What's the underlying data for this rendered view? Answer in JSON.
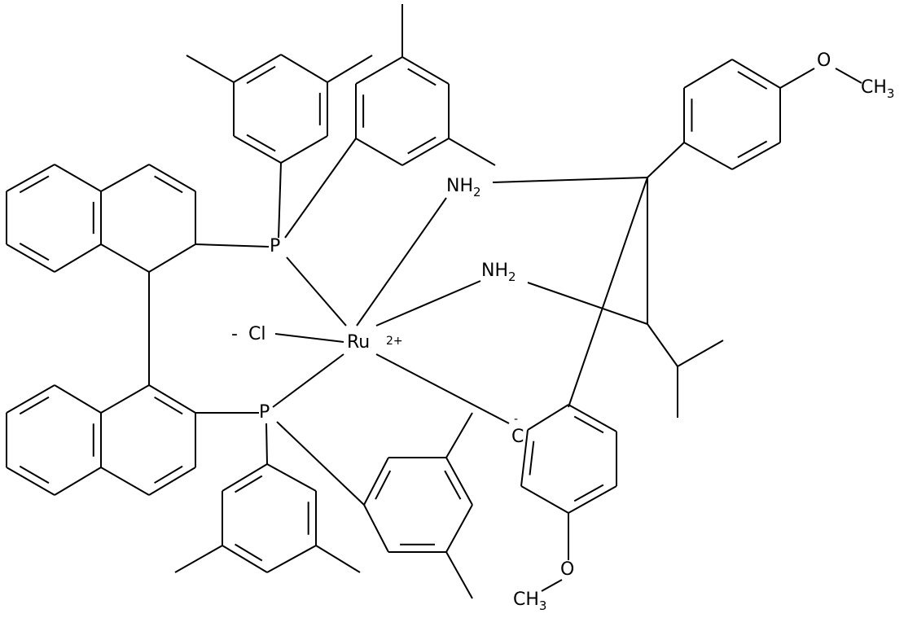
{
  "diagram": {
    "type": "chemical-structure",
    "atoms": {
      "ruthenium": "Ru",
      "ruthenium_charge": "2+",
      "chloride": "Cl",
      "chloride_charge": "-",
      "phosphorus_top": "P",
      "phosphorus_bottom": "P",
      "amine_top": "NH",
      "amine_top_sub": "2",
      "amine_mid": "NH",
      "amine_mid_sub": "2",
      "carbanion": "C",
      "carbanion_charge": "-",
      "oxygen_right": "O",
      "methyl_right": "CH",
      "methyl_right_sub": "3",
      "oxygen_bottom": "O",
      "methyl_bottom": "CH",
      "methyl_bottom_sub": "3"
    }
  }
}
